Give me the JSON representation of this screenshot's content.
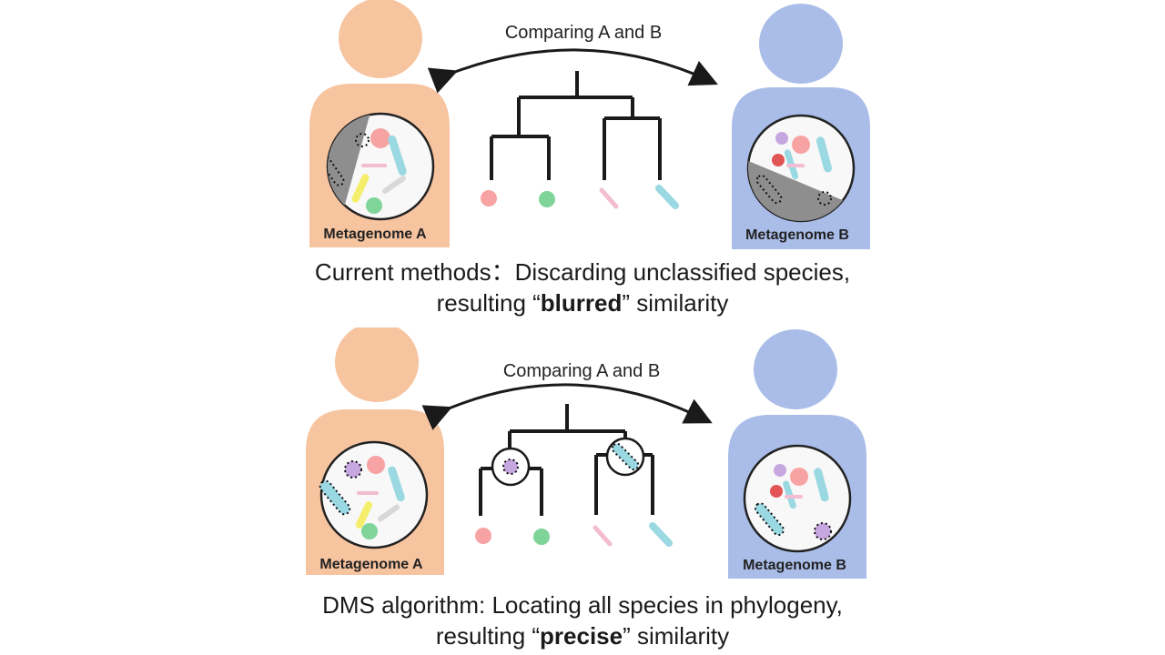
{
  "colors": {
    "person_a": "#f7c4a0",
    "person_b": "#a9bde8",
    "circle_fill": "#f8f8f8",
    "grey_area": "#8e8e8e",
    "tree": "#1a1a1a",
    "species_pink": "#f7a3a3",
    "species_green": "#7fd49a",
    "species_lightpink": "#f3bcd0",
    "species_cyan": "#9ad8e2",
    "species_yellow": "#f5ee6a",
    "species_purple": "#c7a7e0",
    "species_red": "#e25555",
    "species_grey": "#cfcfcf"
  },
  "top": {
    "comparing_label": "Comparing A and B",
    "metagenome_a": "Metagenome A",
    "metagenome_b": "Metagenome B",
    "caption_line1": "Current methods：Discarding unclassified species,",
    "caption_line2_pre": "resulting “",
    "caption_line2_bold": "blurred",
    "caption_line2_post": "” similarity"
  },
  "bottom": {
    "comparing_label": "Comparing A and B",
    "metagenome_a": "Metagenome A",
    "metagenome_b": "Metagenome B",
    "caption_line1": "DMS algorithm: Locating all species in  phylogeny,",
    "caption_line2_pre": "resulting “",
    "caption_line2_bold": "precise",
    "caption_line2_post": "” similarity"
  }
}
